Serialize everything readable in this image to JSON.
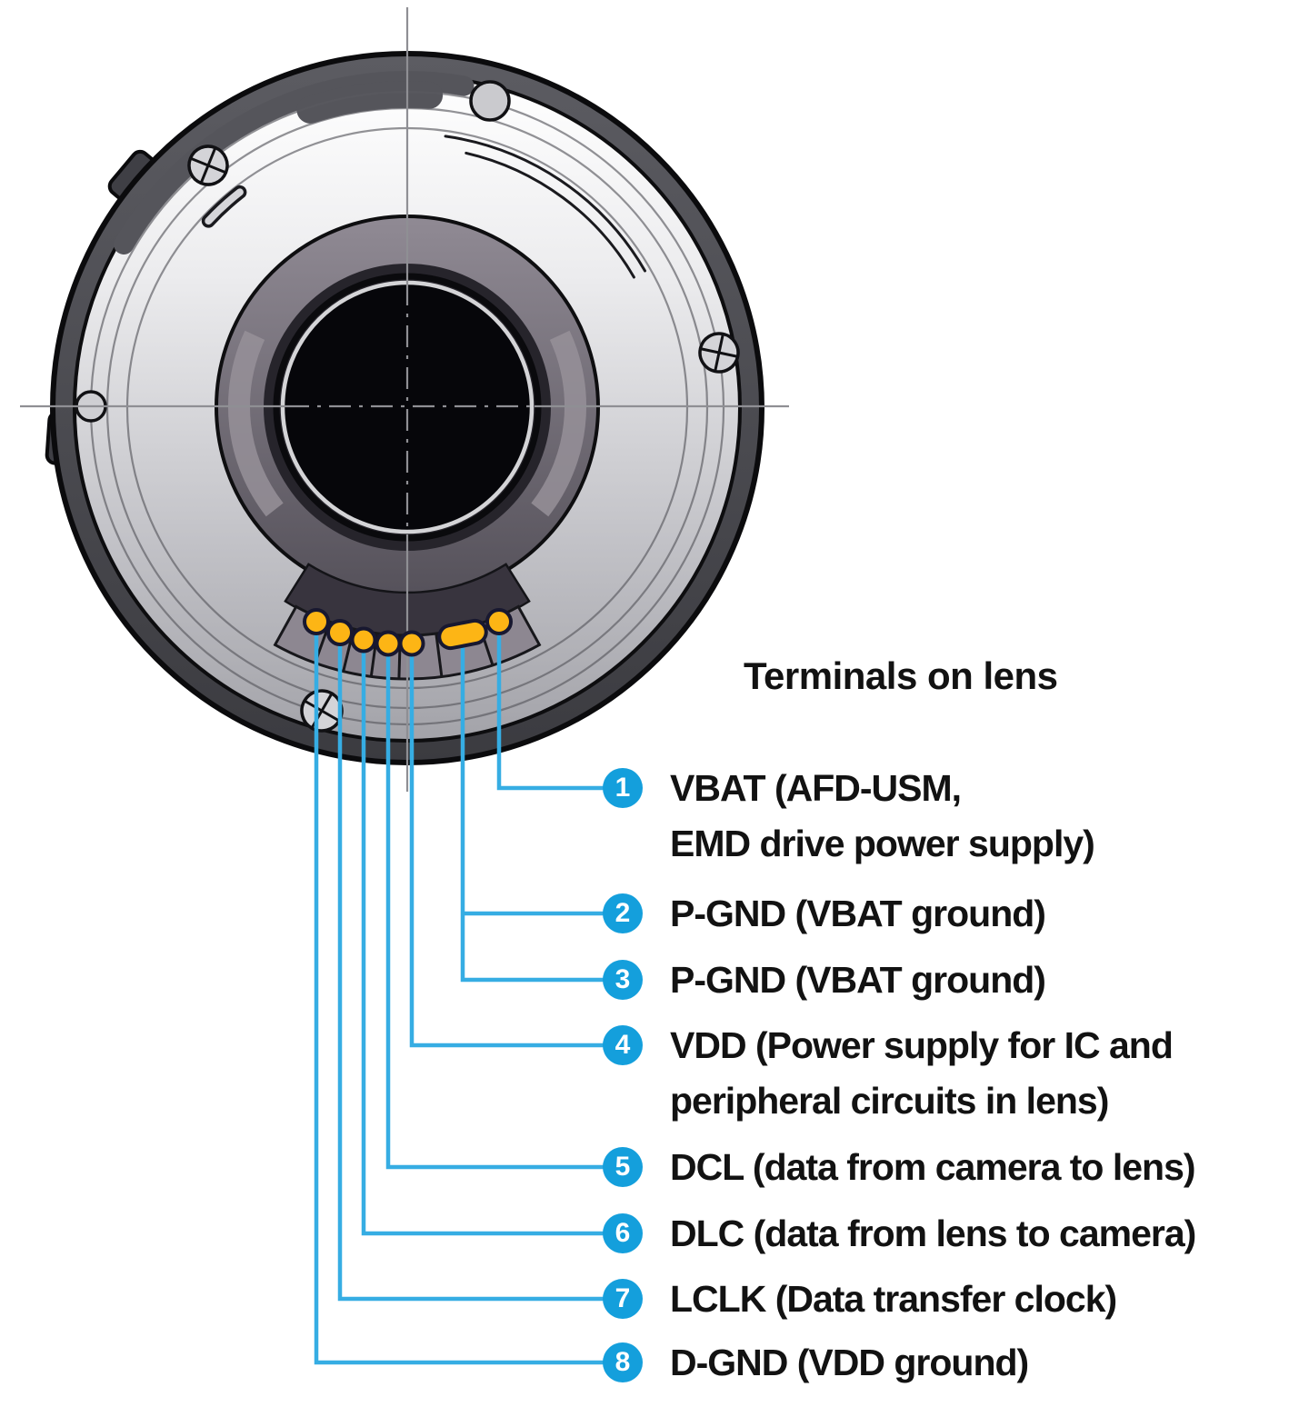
{
  "title": "Terminals on lens",
  "colors": {
    "leader_blue": "#36ADE3",
    "badge_blue": "#149FDC",
    "contact_gold": "#FDB515",
    "text_black": "#121212"
  },
  "terminals": [
    {
      "number": "1",
      "label": "VBAT (AFD-USM,",
      "label_line2": "EMD drive power supply)"
    },
    {
      "number": "2",
      "label": "P-GND (VBAT ground)",
      "label_line2": ""
    },
    {
      "number": "3",
      "label": "P-GND (VBAT ground)",
      "label_line2": ""
    },
    {
      "number": "4",
      "label": "VDD (Power supply for IC and",
      "label_line2": "peripheral circuits in lens)"
    },
    {
      "number": "5",
      "label": "DCL (data from camera to lens)",
      "label_line2": ""
    },
    {
      "number": "6",
      "label": "DLC (data from lens to camera)",
      "label_line2": ""
    },
    {
      "number": "7",
      "label": "LCLK (Data transfer clock)",
      "label_line2": ""
    },
    {
      "number": "8",
      "label": "D-GND (VDD ground)",
      "label_line2": ""
    }
  ]
}
